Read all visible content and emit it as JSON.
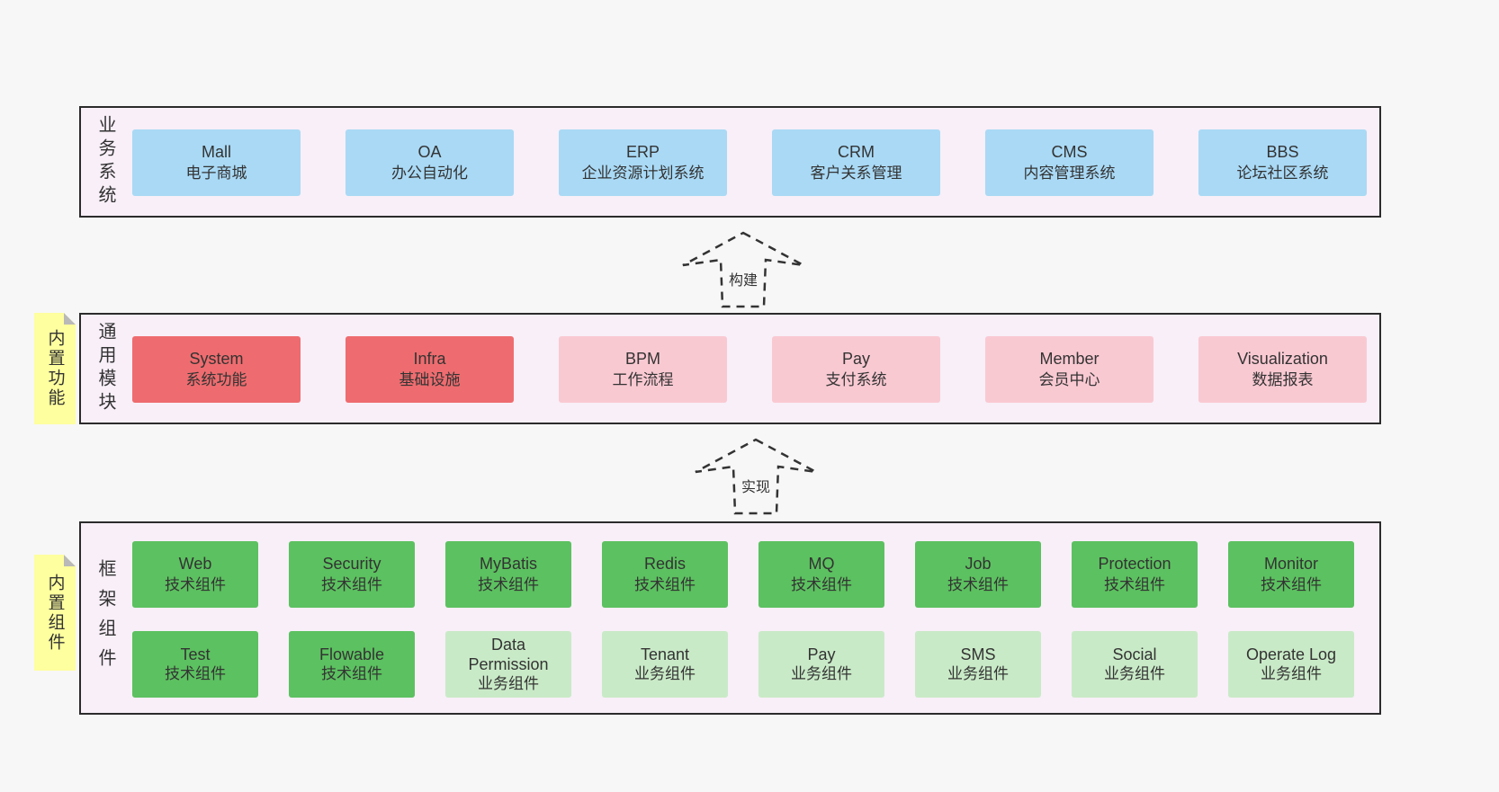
{
  "sections": {
    "business": {
      "side_label": "业务系统",
      "items": [
        {
          "en": "Mall",
          "zh": "电子商城",
          "variant": "blue"
        },
        {
          "en": "OA",
          "zh": "办公自动化",
          "variant": "blue"
        },
        {
          "en": "ERP",
          "zh": "企业资源计划系统",
          "variant": "blue"
        },
        {
          "en": "CRM",
          "zh": "客户关系管理",
          "variant": "blue"
        },
        {
          "en": "CMS",
          "zh": "内容管理系统",
          "variant": "blue"
        },
        {
          "en": "BBS",
          "zh": "论坛社区系统",
          "variant": "blue"
        }
      ]
    },
    "modules": {
      "side_label": "通用模块",
      "sticky_label": "内置功能",
      "items": [
        {
          "en": "System",
          "zh": "系统功能",
          "variant": "red"
        },
        {
          "en": "Infra",
          "zh": "基础设施",
          "variant": "red"
        },
        {
          "en": "BPM",
          "zh": "工作流程",
          "variant": "pink"
        },
        {
          "en": "Pay",
          "zh": "支付系统",
          "variant": "pink"
        },
        {
          "en": "Member",
          "zh": "会员中心",
          "variant": "pink"
        },
        {
          "en": "Visualization",
          "zh": "数据报表",
          "variant": "pink"
        }
      ]
    },
    "components": {
      "side_label": "框架组件",
      "sticky_label": "内置组件",
      "rows": [
        [
          {
            "en": "Web",
            "zh": "技术组件",
            "variant": "green"
          },
          {
            "en": "Security",
            "zh": "技术组件",
            "variant": "green"
          },
          {
            "en": "MyBatis",
            "zh": "技术组件",
            "variant": "green"
          },
          {
            "en": "Redis",
            "zh": "技术组件",
            "variant": "green"
          },
          {
            "en": "MQ",
            "zh": "技术组件",
            "variant": "green"
          },
          {
            "en": "Job",
            "zh": "技术组件",
            "variant": "green"
          },
          {
            "en": "Protection",
            "zh": "技术组件",
            "variant": "green"
          },
          {
            "en": "Monitor",
            "zh": "技术组件",
            "variant": "green"
          }
        ],
        [
          {
            "en": "Test",
            "zh": "技术组件",
            "variant": "green"
          },
          {
            "en": "Flowable",
            "zh": "技术组件",
            "variant": "green"
          },
          {
            "en": "Data Permission",
            "zh": "业务组件",
            "variant": "lightgreen"
          },
          {
            "en": "Tenant",
            "zh": "业务组件",
            "variant": "lightgreen"
          },
          {
            "en": "Pay",
            "zh": "业务组件",
            "variant": "lightgreen"
          },
          {
            "en": "SMS",
            "zh": "业务组件",
            "variant": "lightgreen"
          },
          {
            "en": "Social",
            "zh": "业务组件",
            "variant": "lightgreen"
          },
          {
            "en": "Operate Log",
            "zh": "业务组件",
            "variant": "lightgreen"
          }
        ]
      ]
    }
  },
  "arrows": [
    {
      "label": "构建"
    },
    {
      "label": "实现"
    }
  ],
  "colors": {
    "container_bg": "#f8eff8",
    "blue": "#a9d9f5",
    "red": "#ee6c6f",
    "pink": "#f9c9d2",
    "green": "#5cc160",
    "light_green": "#c9eac7",
    "sticky": "#feff9e"
  }
}
